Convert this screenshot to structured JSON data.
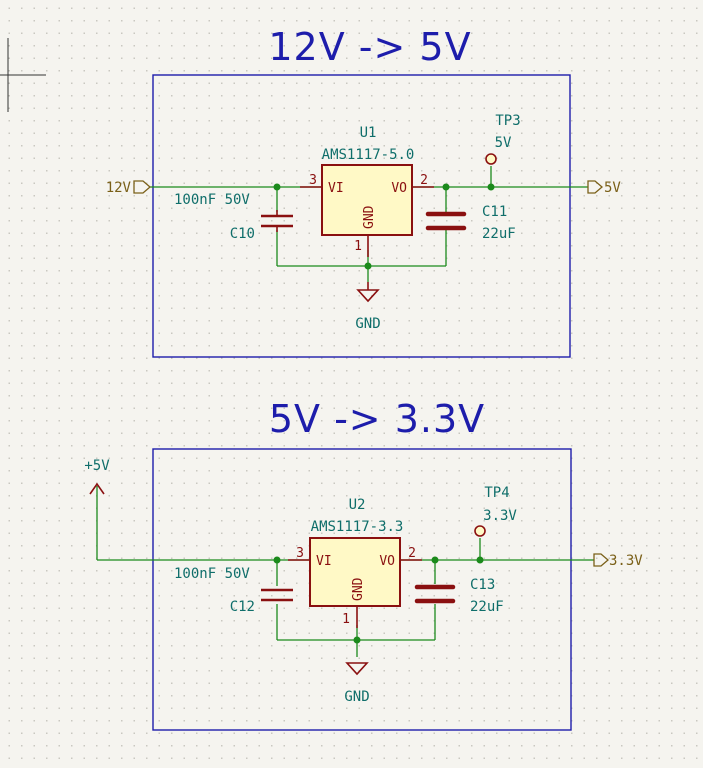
{
  "sections": [
    {
      "title": "12V -> 5V",
      "regulator": {
        "ref": "U1",
        "value": "AMS1117-5.0",
        "pin_vi_num": "3",
        "pin_vi": "VI",
        "pin_vo_num": "2",
        "pin_vo": "VO",
        "pin_gnd_num": "1",
        "pin_gnd": "GND"
      },
      "input_net": "12V",
      "output_net": "5V",
      "input_cap": {
        "ref": "C10",
        "value": "100nF 50V"
      },
      "output_cap": {
        "ref": "C11",
        "value": "22uF"
      },
      "testpoint": {
        "ref": "TP3",
        "value": "5V"
      },
      "ground": "GND"
    },
    {
      "title": "5V -> 3.3V",
      "regulator": {
        "ref": "U2",
        "value": "AMS1117-3.3",
        "pin_vi_num": "3",
        "pin_vi": "VI",
        "pin_vo_num": "2",
        "pin_vo": "VO",
        "pin_gnd_num": "1",
        "pin_gnd": "GND"
      },
      "input_net": "+5V",
      "output_net": "3.3V",
      "input_cap": {
        "ref": "C12",
        "value": "100nF 50V"
      },
      "output_cap": {
        "ref": "C13",
        "value": "22uF"
      },
      "testpoint": {
        "ref": "TP4",
        "value": "3.3V"
      },
      "ground": "GND"
    }
  ],
  "colors": {
    "frame": "#1d1dab",
    "wire": "#1b8a1b",
    "component": "#8a1010",
    "component_fill": "#fff9c6",
    "label": "#0f6e6a",
    "net_label": "#7a6018",
    "background": "#f5f4ef"
  }
}
